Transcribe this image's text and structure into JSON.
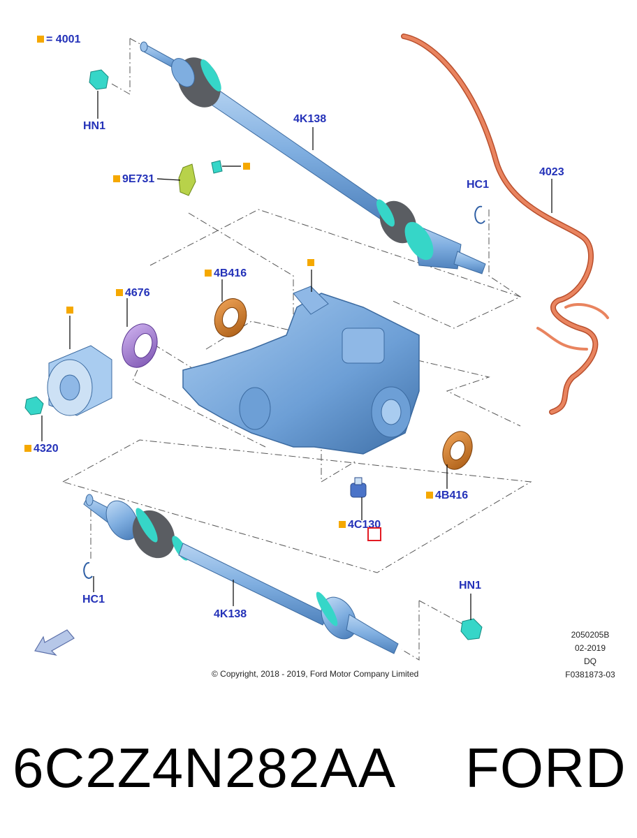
{
  "diagram": {
    "legend": {
      "symbol": "■",
      "equals": "= 4001"
    },
    "callouts": {
      "hn1_top": "HN1",
      "shaft_top": "4K138",
      "hc1_top": "HC1",
      "wire": "4023",
      "sensor": "9E731",
      "seal_left": "4B416",
      "housing_square": "",
      "shield": "4676",
      "hub_square": "",
      "nut_left": "4320",
      "seal_right": "4B416",
      "bushing": "4C130",
      "hc1_bottom": "HC1",
      "shaft_bottom": "4K138",
      "hn1_bottom": "HN1"
    },
    "copyright": "© Copyright, 2018 - 2019, Ford Motor Company Limited",
    "meta": {
      "code": "2050205B",
      "date": "02-2019",
      "region": "DQ",
      "ref": "F0381873-03"
    },
    "colors": {
      "shaft_blue": "#7faee0",
      "boot_teal": "#36d6c8",
      "boot_dark": "#5a5d62",
      "seal_orange": "#d9822b",
      "shield_purple": "#a77fd6",
      "wire_orange": "#e9845f",
      "sensor_green": "#b8d24a",
      "legend_square": "#f5a800",
      "label_blue": "#2331b8",
      "highlight_red": "#e31b23"
    }
  },
  "caption": {
    "part_number": "6C2Z4N282AA",
    "brand": "FORD"
  }
}
